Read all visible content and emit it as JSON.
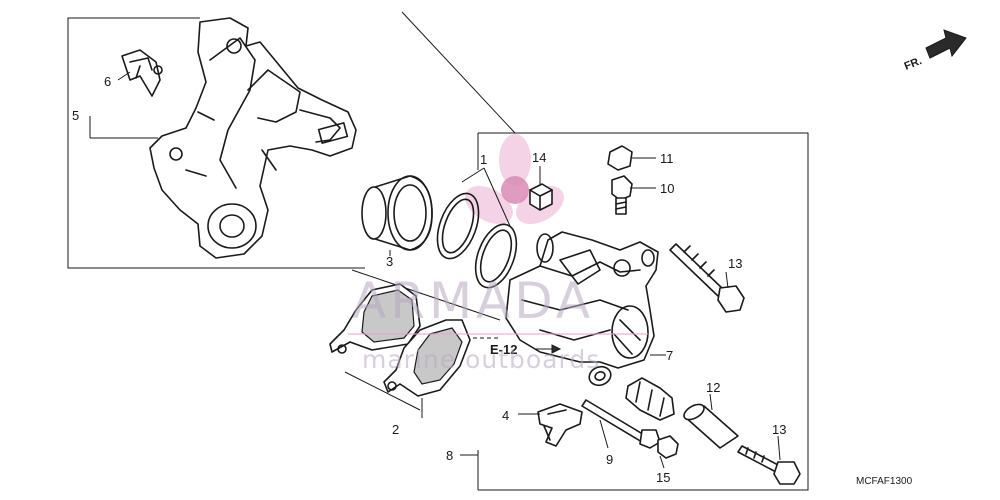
{
  "parts": [
    {
      "id": "1",
      "label": "1"
    },
    {
      "id": "2",
      "label": "2"
    },
    {
      "id": "3",
      "label": "3"
    },
    {
      "id": "4",
      "label": "4"
    },
    {
      "id": "5",
      "label": "5"
    },
    {
      "id": "6",
      "label": "6"
    },
    {
      "id": "7",
      "label": "7"
    },
    {
      "id": "8",
      "label": "8"
    },
    {
      "id": "9",
      "label": "9"
    },
    {
      "id": "10",
      "label": "10"
    },
    {
      "id": "11",
      "label": "11"
    },
    {
      "id": "12",
      "label": "12"
    },
    {
      "id": "13a",
      "label": "13"
    },
    {
      "id": "13b",
      "label": "13"
    },
    {
      "id": "14",
      "label": "14"
    },
    {
      "id": "15",
      "label": "15"
    }
  ],
  "reference": "E-12",
  "direction": "FR.",
  "diagram_code": "MCFAF1300",
  "watermark": {
    "brand": "ARMADA",
    "tagline": "marine outboards",
    "accent_color": "#e8a8cc"
  }
}
